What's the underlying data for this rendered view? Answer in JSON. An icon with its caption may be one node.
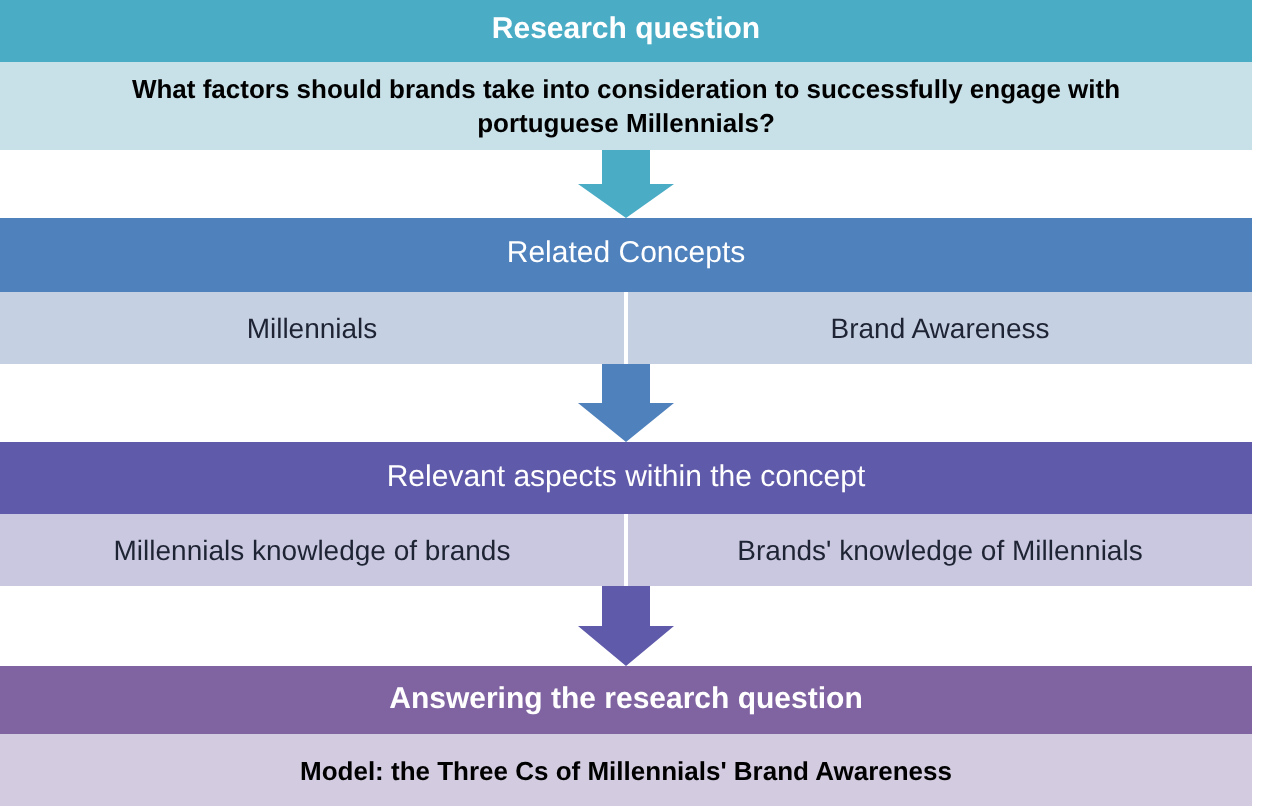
{
  "diagram": {
    "nodes": [
      {
        "text": [
          "Research question",
          "What factors should brands take into consideration to successfully engage with portuguese Millennials?"
        ]
      },
      {
        "text": [
          "Related Concepts"
        ]
      },
      {
        "text": [
          "Millennials"
        ],
        "in": 1
      },
      {
        "text": [
          "Brand Awareness"
        ],
        "in": 1
      },
      {
        "text": [
          "Relevant aspects within the concept"
        ]
      },
      {
        "text": [
          "Millennials knowledge of brands"
        ],
        "in": 4
      },
      {
        "text": [
          "Brands' knowledge of Millennials"
        ],
        "in": 4
      },
      {
        "text": [
          "Answering the research question",
          "Model: the Three Cs of Millennials' Brand Awareness"
        ]
      }
    ],
    "edges": [
      {
        "from": 0,
        "to": 1,
        "arrow": "to",
        "color": "#4bacc6"
      },
      {
        "from": 1,
        "to": 4,
        "arrow": "to",
        "color": "#4f81bd"
      },
      {
        "from": 4,
        "to": 7,
        "arrow": "to",
        "color": "#5f5aaa"
      }
    ]
  }
}
